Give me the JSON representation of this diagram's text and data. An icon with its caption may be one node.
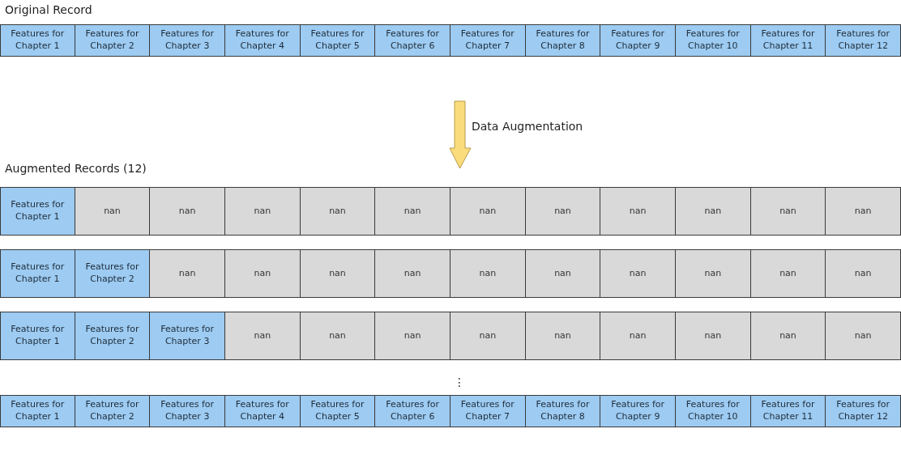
{
  "diagram": {
    "nodes": [
      {
        "text": [
          "Features for Chapter 1"
        ]
      },
      {
        "text": [
          "Features for Chapter 2"
        ]
      },
      {
        "text": [
          "Features for Chapter 3"
        ]
      },
      {
        "text": [
          "Features for Chapter 4"
        ]
      },
      {
        "text": [
          "Features for Chapter 5"
        ]
      },
      {
        "text": [
          "Features for Chapter 6"
        ]
      },
      {
        "text": [
          "Features for Chapter 7"
        ]
      },
      {
        "text": [
          "Features for Chapter 8"
        ]
      },
      {
        "text": [
          "Features for Chapter 9"
        ]
      },
      {
        "text": [
          "Features for Chapter 10"
        ]
      },
      {
        "text": [
          "Features for Chapter 11"
        ]
      },
      {
        "text": [
          "Features for Chapter 12"
        ]
      },
      {
        "text": [
          "Features for Chapter 1"
        ]
      },
      {
        "text": [
          "nan"
        ]
      },
      {
        "text": [
          "nan"
        ]
      },
      {
        "text": [
          "nan"
        ]
      },
      {
        "text": [
          "nan"
        ]
      },
      {
        "text": [
          "nan"
        ]
      },
      {
        "text": [
          "nan"
        ]
      },
      {
        "text": [
          "nan"
        ]
      },
      {
        "text": [
          "nan"
        ]
      },
      {
        "text": [
          "nan"
        ]
      },
      {
        "text": [
          "nan"
        ]
      },
      {
        "text": [
          "nan"
        ]
      },
      {
        "text": [
          "Features for Chapter 1"
        ]
      },
      {
        "text": [
          "Features for Chapter 2"
        ]
      },
      {
        "text": [
          "nan"
        ]
      },
      {
        "text": [
          "nan"
        ]
      },
      {
        "text": [
          "nan"
        ]
      },
      {
        "text": [
          "nan"
        ]
      },
      {
        "text": [
          "nan"
        ]
      },
      {
        "text": [
          "nan"
        ]
      },
      {
        "text": [
          "nan"
        ]
      },
      {
        "text": [
          "nan"
        ]
      },
      {
        "text": [
          "nan"
        ]
      },
      {
        "text": [
          "nan"
        ]
      },
      {
        "text": [
          "Features for Chapter 1"
        ]
      },
      {
        "text": [
          "Features for Chapter 2"
        ]
      },
      {
        "text": [
          "Features for Chapter 3"
        ]
      },
      {
        "text": [
          "nan"
        ]
      },
      {
        "text": [
          "nan"
        ]
      },
      {
        "text": [
          "nan"
        ]
      },
      {
        "text": [
          "nan"
        ]
      },
      {
        "text": [
          "nan"
        ]
      },
      {
        "text": [
          "nan"
        ]
      },
      {
        "text": [
          "nan"
        ]
      },
      {
        "text": [
          "nan"
        ]
      },
      {
        "text": [
          "nan"
        ]
      },
      {
        "text": [
          "Features for Chapter 1"
        ]
      },
      {
        "text": [
          "Features for Chapter 2"
        ]
      },
      {
        "text": [
          "Features for Chapter 3"
        ]
      },
      {
        "text": [
          "Features for Chapter 4"
        ]
      },
      {
        "text": [
          "Features for Chapter 5"
        ]
      },
      {
        "text": [
          "Features for Chapter 6"
        ]
      },
      {
        "text": [
          "Features for Chapter 7"
        ]
      },
      {
        "text": [
          "Features for Chapter 8"
        ]
      },
      {
        "text": [
          "Features for Chapter 9"
        ]
      },
      {
        "text": [
          "Features for Chapter 10"
        ]
      },
      {
        "text": [
          "Features for Chapter 11"
        ]
      },
      {
        "text": [
          "Features for Chapter 12"
        ]
      }
    ],
    "labels": [
      "Original Record",
      "Data Augmentation",
      "Augmented Records (12)",
      "⋮"
    ]
  }
}
